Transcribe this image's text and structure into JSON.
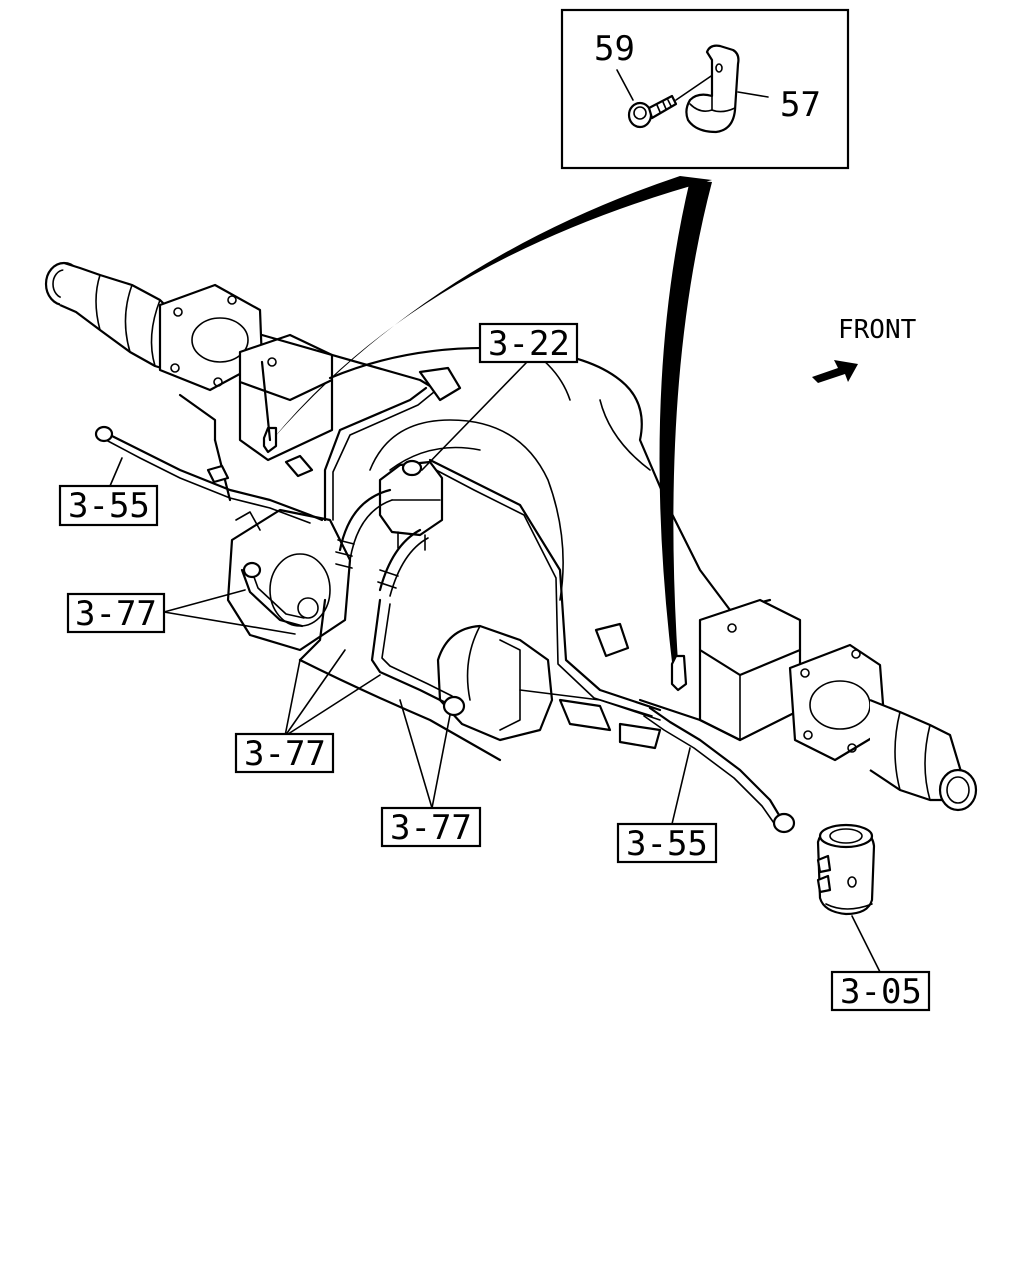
{
  "front_label": "FRONT",
  "inset": {
    "callouts": [
      "59",
      "57"
    ]
  },
  "callouts": {
    "c322": "3-22",
    "c355_left": "3-55",
    "c377_a": "3-77",
    "c377_b": "3-77",
    "c377_c": "3-77",
    "c355_right": "3-55",
    "c305": "3-05"
  }
}
